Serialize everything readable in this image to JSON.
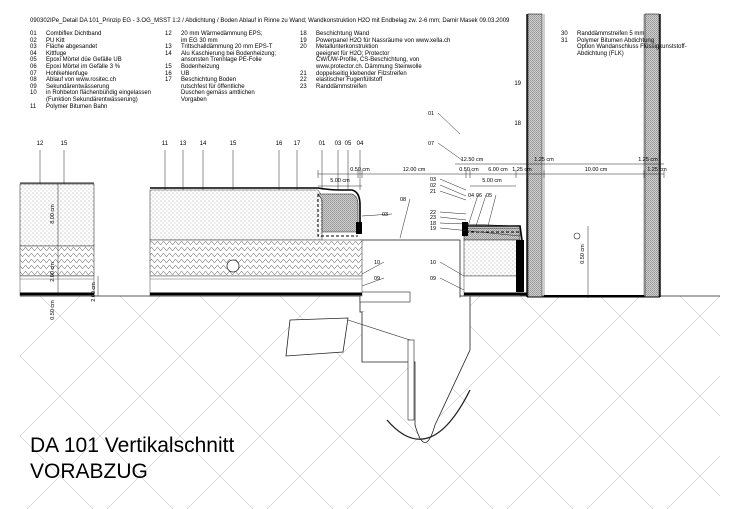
{
  "header": "090302IPe_Detail DA 101_Prinzip EG - 3.OG_MSST 1:2 / Abdichtung / Boden Ablauf in Rinne zu Wand; Wandkonstruktion H2O mit Endbelag zw. 2-6 mm; Damir Masek 09.03.2009",
  "legend": {
    "col1": [
      {
        "num": "01",
        "text": "Combiflex Dichtband"
      },
      {
        "num": "02",
        "text": "PU Kitt"
      },
      {
        "num": "03",
        "text": "Fläche abgesandet"
      },
      {
        "num": "04",
        "text": "Kittfuge"
      },
      {
        "num": "05",
        "text": "Epoxi Mörtel düe Gefälle UB"
      },
      {
        "num": "06",
        "text": "Epoxi Mörtel im Gefälle 3 %"
      },
      {
        "num": "07",
        "text": "Hohlkehlenfuge"
      },
      {
        "num": "08",
        "text": "Ablauf von www.rositec.ch"
      },
      {
        "num": "09",
        "text": "Sekundärentwässerung"
      },
      {
        "num": "10",
        "text": "in Rohbeton flächenbündig eingelassen\n(Funktion Sekundärentwässerung)"
      },
      {
        "num": "11",
        "text": "Polymer Bitumen Bahn"
      }
    ],
    "col2": [
      {
        "num": "12",
        "text": "20 mm Wärmedämmung EPS;\nim EG 30 mm"
      },
      {
        "num": "13",
        "text": "Trittschalldämmung 20 mm EPS-T"
      },
      {
        "num": "14",
        "text": "Alu Kaschierung bei Bodenheizung;\nansonsten Trennlage PE-Folie"
      },
      {
        "num": "15",
        "text": "Bodenheizung"
      },
      {
        "num": "16",
        "text": "UB"
      },
      {
        "num": "17",
        "text": "Beschichtung Boden\nrutschfest für öffentliche\nDuschen gemäss amtlichen\nVorgaben"
      }
    ],
    "col3": [
      {
        "num": "18",
        "text": "Beschichtung Wand"
      },
      {
        "num": "19",
        "text": "Powerpanel H2O für Nassräume von www.xella.ch"
      },
      {
        "num": "20",
        "text": "Metallunterkonstruktion\ngeeignet für H2O; Protector\nCW/UW-Profile, CS-Beschichtung, von\nwww.protector.ch. Dämmung Steinwolle"
      },
      {
        "num": "21",
        "text": "doppelseitig klebender Filzstreifen"
      },
      {
        "num": "22",
        "text": "elastischer Fugenfüllstoff"
      },
      {
        "num": "23",
        "text": "Randdämmstreifen"
      }
    ],
    "col4": [
      {
        "num": "30",
        "text": "Randdämmstreifen 5 mm"
      },
      {
        "num": "31",
        "text": "Polymer Bitumen Abdichtung\nOption Wandanschluss Flüssigkunststoff-\nAbdichtung (FLK)"
      }
    ]
  },
  "drawing": {
    "top_labels": [
      "12",
      "15",
      "11",
      "13",
      "14",
      "15",
      "16",
      "17",
      "01",
      "03",
      "05",
      "04"
    ],
    "wall_labels": [
      "19",
      "18"
    ],
    "callouts": [
      "01",
      "07",
      "08",
      "03",
      "10",
      "09",
      "10",
      "09",
      "03",
      "02",
      "21",
      "22",
      "23",
      "04",
      "06",
      "18",
      "19",
      "05"
    ],
    "dimensions": {
      "d_500_left": "5.00 cm",
      "d_050_a": "0.50 cm",
      "d_1200": "12.00 cm",
      "d_050_b": "0.50 cm",
      "d_600": "6.00 cm",
      "d_125_a": "1.25 cm",
      "d_1000": "10.00 cm",
      "d_125_b": "1.25 cm",
      "d_1250": "12.50 cm",
      "d_125_c": "1.25 cm",
      "d_125_d": "1.25 cm",
      "d_500_right": "5.00 cm",
      "d_800": "8.00 cm",
      "d_200_a": "2.00 cm",
      "d_200_b": "2.00 cm",
      "d_050_vert_left": "0.50 cm",
      "d_050_vert_right": "0.50 cm"
    }
  },
  "title": {
    "line1": "DA 101 Vertikalschnitt",
    "line2": "VORABZUG"
  }
}
